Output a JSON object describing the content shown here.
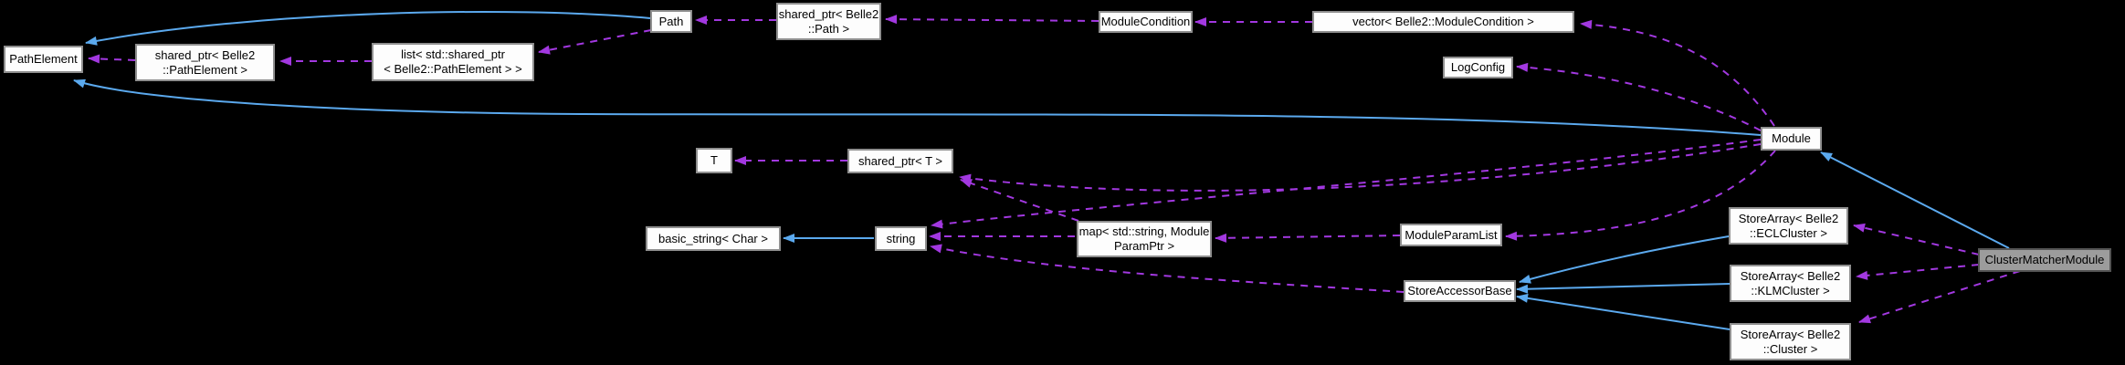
{
  "diagram": {
    "kind": "collaboration-graph",
    "background": "#000000",
    "node_fill": "#fdfdfd",
    "node_border": "#8f8f8f",
    "highlight_fill": "#9c9c9c",
    "usage_edge_color": "#a238e0",
    "inheritance_edge_color": "#5ba9ee"
  },
  "nodes": [
    {
      "id": "pathelement",
      "lines": [
        "PathElement"
      ]
    },
    {
      "id": "shared-ptr-pathelement",
      "lines": [
        "shared_ptr< Belle2",
        "::PathElement >"
      ]
    },
    {
      "id": "list-shared-ptr-pathelement",
      "lines": [
        "list< std::shared_ptr",
        "< Belle2::PathElement > >"
      ]
    },
    {
      "id": "path",
      "lines": [
        "Path"
      ]
    },
    {
      "id": "shared-ptr-path",
      "lines": [
        "shared_ptr< Belle2",
        "::Path >"
      ]
    },
    {
      "id": "modulecondition",
      "lines": [
        "ModuleCondition"
      ]
    },
    {
      "id": "vector-modulecondition",
      "lines": [
        "vector< Belle2::ModuleCondition >"
      ]
    },
    {
      "id": "logconfig",
      "lines": [
        "LogConfig"
      ]
    },
    {
      "id": "module",
      "lines": [
        "Module"
      ]
    },
    {
      "id": "t",
      "lines": [
        "T"
      ]
    },
    {
      "id": "shared-ptr-t",
      "lines": [
        "shared_ptr< T >"
      ]
    },
    {
      "id": "basic-string-char",
      "lines": [
        "basic_string< Char >"
      ]
    },
    {
      "id": "string",
      "lines": [
        "string"
      ]
    },
    {
      "id": "map-moduleparamptr",
      "lines": [
        "map< std::string, Module",
        "ParamPtr >"
      ]
    },
    {
      "id": "moduleparamlist",
      "lines": [
        "ModuleParamList"
      ]
    },
    {
      "id": "storeaccessorbase",
      "lines": [
        "StoreAccessorBase"
      ]
    },
    {
      "id": "storearray-eclcluster",
      "lines": [
        "StoreArray< Belle2",
        "::ECLCluster >"
      ]
    },
    {
      "id": "storearray-klmcluster",
      "lines": [
        "StoreArray< Belle2",
        "::KLMCluster >"
      ]
    },
    {
      "id": "storearray-cluster",
      "lines": [
        "StoreArray< Belle2",
        "::Cluster >"
      ]
    },
    {
      "id": "clustermatchermodule",
      "lines": [
        "ClusterMatcherModule"
      ],
      "highlighted": true
    }
  ],
  "edges": [
    {
      "from": "shared-ptr-pathelement",
      "to": "pathelement",
      "type": "usage"
    },
    {
      "from": "list-shared-ptr-pathelement",
      "to": "shared-ptr-pathelement",
      "type": "usage"
    },
    {
      "from": "path",
      "to": "list-shared-ptr-pathelement",
      "type": "usage"
    },
    {
      "from": "shared-ptr-path",
      "to": "path",
      "type": "usage"
    },
    {
      "from": "modulecondition",
      "to": "shared-ptr-path",
      "type": "usage"
    },
    {
      "from": "vector-modulecondition",
      "to": "modulecondition",
      "type": "usage"
    },
    {
      "from": "module",
      "to": "vector-modulecondition",
      "type": "usage"
    },
    {
      "from": "module",
      "to": "logconfig",
      "type": "usage"
    },
    {
      "from": "module",
      "to": "moduleparamlist",
      "type": "usage"
    },
    {
      "from": "module",
      "to": "string",
      "type": "usage"
    },
    {
      "from": "module",
      "to": "shared-ptr-t",
      "type": "usage"
    },
    {
      "from": "map-moduleparamptr",
      "to": "shared-ptr-t",
      "type": "usage"
    },
    {
      "from": "map-moduleparamptr",
      "to": "string",
      "type": "usage"
    },
    {
      "from": "moduleparamlist",
      "to": "map-moduleparamptr",
      "type": "usage"
    },
    {
      "from": "storeaccessorbase",
      "to": "string",
      "type": "usage"
    },
    {
      "from": "shared-ptr-t",
      "to": "t",
      "type": "usage"
    },
    {
      "from": "clustermatchermodule",
      "to": "storearray-eclcluster",
      "type": "usage"
    },
    {
      "from": "clustermatchermodule",
      "to": "storearray-klmcluster",
      "type": "usage"
    },
    {
      "from": "clustermatchermodule",
      "to": "storearray-cluster",
      "type": "usage"
    },
    {
      "from": "path",
      "to": "pathelement",
      "type": "inheritance"
    },
    {
      "from": "module",
      "to": "pathelement",
      "type": "inheritance"
    },
    {
      "from": "clustermatchermodule",
      "to": "module",
      "type": "inheritance"
    },
    {
      "from": "string",
      "to": "basic-string-char",
      "type": "inheritance"
    },
    {
      "from": "storearray-eclcluster",
      "to": "storeaccessorbase",
      "type": "inheritance"
    },
    {
      "from": "storearray-klmcluster",
      "to": "storeaccessorbase",
      "type": "inheritance"
    },
    {
      "from": "storearray-cluster",
      "to": "storeaccessorbase",
      "type": "inheritance"
    }
  ]
}
